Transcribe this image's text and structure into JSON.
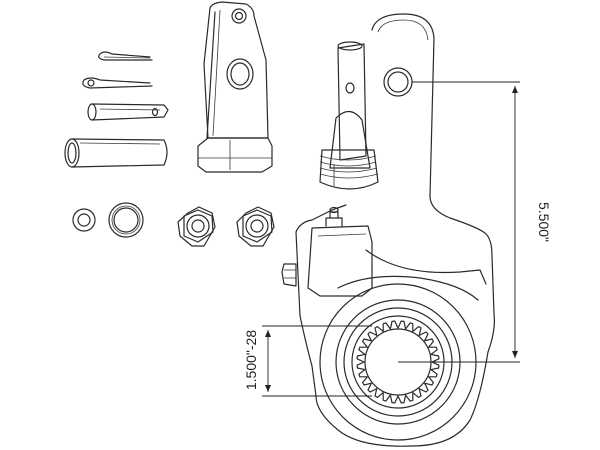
{
  "dimensions": {
    "height_label": "5.500\"",
    "spline_label": "1.500\"-28"
  },
  "parts": [
    "cotter-pin-upper",
    "cotter-pin-lower",
    "clevis-pin",
    "bushing",
    "small-washer",
    "large-washer",
    "hex-nut-left",
    "hex-nut-right",
    "clevis-yoke",
    "slack-adjuster"
  ],
  "colors": {
    "line": "#2a2a2a",
    "background": "#ffffff"
  }
}
